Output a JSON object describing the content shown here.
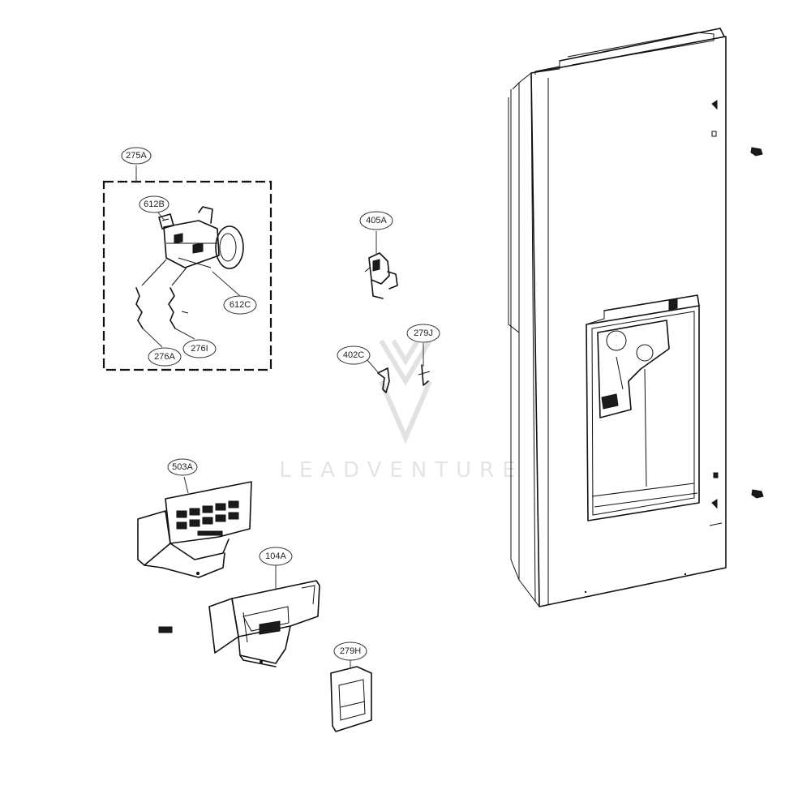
{
  "diagram": {
    "callouts": [
      {
        "id": "275A",
        "label": "275A"
      },
      {
        "id": "612B",
        "label": "612B"
      },
      {
        "id": "612C",
        "label": "612C"
      },
      {
        "id": "276A",
        "label": "276A"
      },
      {
        "id": "276I",
        "label": "276I"
      },
      {
        "id": "405A",
        "label": "405A"
      },
      {
        "id": "402C",
        "label": "402C"
      },
      {
        "id": "279J",
        "label": "279J"
      },
      {
        "id": "503A",
        "label": "503A"
      },
      {
        "id": "104A",
        "label": "104A"
      },
      {
        "id": "279H",
        "label": "279H"
      }
    ],
    "watermark": "LEADVENTURE"
  }
}
